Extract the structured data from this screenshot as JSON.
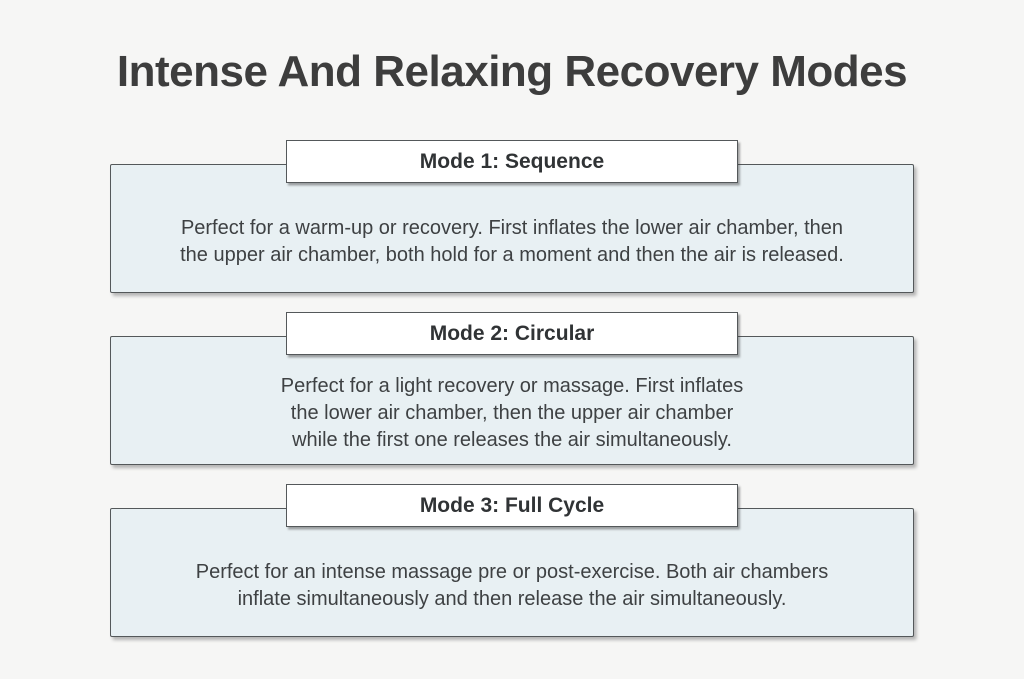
{
  "page": {
    "title": "Intense And Relaxing Recovery Modes",
    "colors": {
      "page_background": "#f6f6f5",
      "card_fill": "#e8f0f3",
      "card_border": "#54585a",
      "header_fill": "#ffffff",
      "title_text": "#3d3d3d",
      "body_text": "#3e4143"
    }
  },
  "modes": [
    {
      "label": "Mode 1: Sequence",
      "description": "Perfect for a warm-up or recovery. First inflates the lower air chamber, then the upper air chamber, both hold for a moment and then the air is released."
    },
    {
      "label": "Mode 2: Circular",
      "description": "Perfect for a light recovery or massage. First inflates the lower air chamber, then the upper air chamber while the first one releases the air simultaneously."
    },
    {
      "label": "Mode 3: Full Cycle",
      "description": "Perfect for an intense massage pre or post-exercise. Both air chambers inflate simultaneously and then release the air simultaneously."
    }
  ]
}
